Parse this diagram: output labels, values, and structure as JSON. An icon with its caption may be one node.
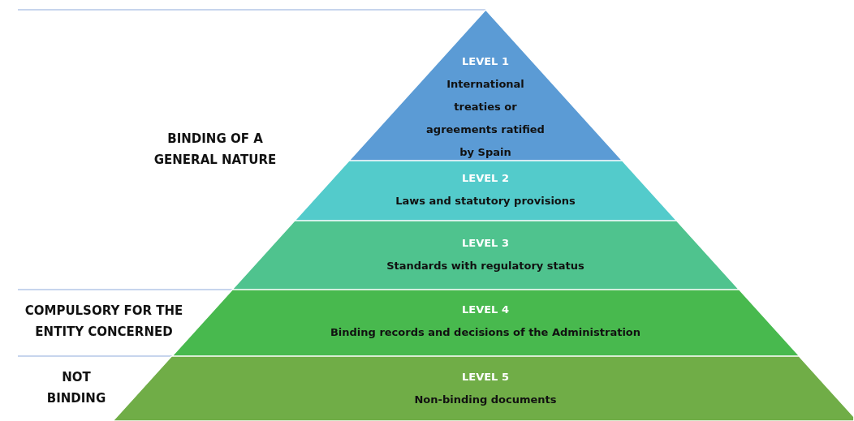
{
  "diagram": {
    "nodes": [
      {
        "text": [
          "LEVEL 1",
          "International treaties or agreements ratified by Spain"
        ]
      },
      {
        "text": [
          "LEVEL 2",
          "Laws and statutory provisions"
        ]
      },
      {
        "text": [
          "LEVEL 3",
          "Standards with regulatory status"
        ]
      },
      {
        "text": [
          "LEVEL 4",
          "Binding records and decisions of the Administration"
        ]
      },
      {
        "text": [
          "LEVEL 5",
          "Non-binding documents"
        ]
      }
    ],
    "edges": [],
    "labels": [
      "BINDING OF A GENERAL NATURE",
      "COMPULSORY FOR THE ENTITY CONCERNED",
      "NOT BINDING"
    ]
  }
}
